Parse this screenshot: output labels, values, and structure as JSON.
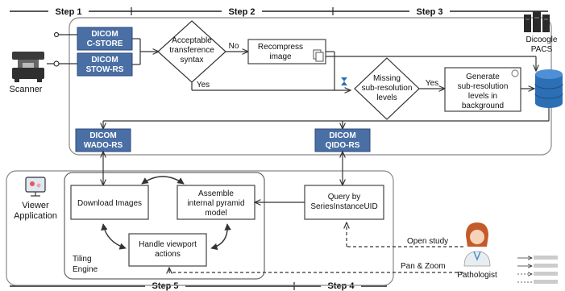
{
  "steps": {
    "s1": "Step 1",
    "s2": "Step 2",
    "s3": "Step 3",
    "s4": "Step 4",
    "s5": "Step 5"
  },
  "boxes": {
    "cstore": [
      "DICOM",
      "C-STORE"
    ],
    "stow": [
      "DICOM",
      "STOW-RS"
    ],
    "wado": [
      "DICOM",
      "WADO-RS"
    ],
    "qido": [
      "DICOM",
      "QIDO-RS"
    ],
    "recompress": [
      "Recompress",
      "image"
    ],
    "generate": [
      "Generate",
      "sub-resolution",
      "levels in",
      "background"
    ],
    "download": "Download Images",
    "assemble": [
      "Assemble",
      "internal pyramid",
      "model"
    ],
    "handle": [
      "Handle viewport",
      "actions"
    ],
    "query": [
      "Query by",
      "SeriesInstanceUID"
    ]
  },
  "decisions": {
    "syntax": [
      "Acceptable",
      "transference",
      "syntax"
    ],
    "missing": [
      "Missing",
      "sub-resolution",
      "levels"
    ]
  },
  "edge_labels": {
    "no": "No",
    "yes1": "Yes",
    "yes2": "Yes",
    "open_study": "Open study",
    "pan_zoom": "Pan & Zoom"
  },
  "actors": {
    "scanner": "Scanner",
    "pacs": [
      "Dicoogle",
      "PACS"
    ],
    "viewer": [
      "Viewer",
      "Application"
    ],
    "tiling": [
      "Tiling",
      "Engine"
    ],
    "pathologist": "Pathologist"
  },
  "colors": {
    "blue_box": "#4a6fa5",
    "db": "#2d6fb5",
    "line": "#333333"
  }
}
